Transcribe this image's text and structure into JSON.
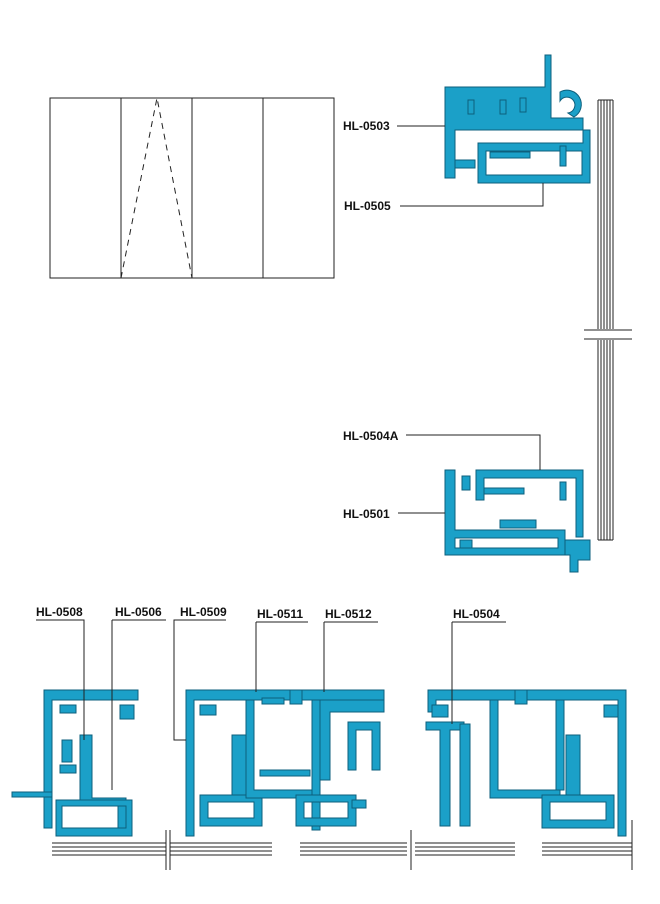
{
  "colors": {
    "profile_fill": "#1ba0c8",
    "profile_stroke": "#0d5f7c",
    "line": "#222222",
    "background": "#ffffff"
  },
  "labels": {
    "hl0503": "HL-0503",
    "hl0505": "HL-0505",
    "hl0504a": "HL-0504A",
    "hl0501": "HL-0501",
    "hl0508": "HL-0508",
    "hl0506": "HL-0506",
    "hl0509": "HL-0509",
    "hl0511": "HL-0511",
    "hl0512": "HL-0512",
    "hl0504": "HL-0504"
  }
}
